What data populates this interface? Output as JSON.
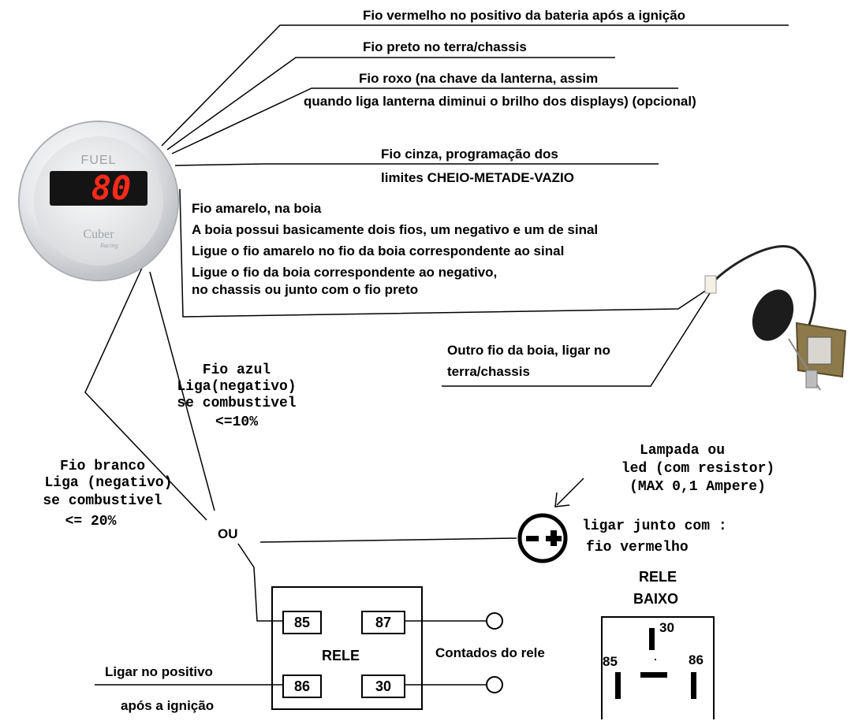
{
  "gauge": {
    "title": "FUEL",
    "value": "80",
    "brand": "Cuber",
    "brand_sub": "Racing"
  },
  "labels": {
    "red_wire": "Fio vermelho no positivo da bateria  após a ignição",
    "black_wire": "Fio preto no terra/chassis",
    "purple_wire_1": "Fio roxo (na chave da lanterna, assim",
    "purple_wire_2": "quando liga lanterna diminui o brilho dos displays)  (opcional)",
    "gray_wire_1": "Fio cinza, programação dos",
    "gray_wire_2": "limites CHEIO-METADE-VAZIO",
    "yellow_1": "Fio amarelo, na boia",
    "yellow_2": "A boia possui basicamente dois fios, um negativo e um de sinal",
    "yellow_3": "Ligue o fio amarelo no fio da boia correspondente ao sinal",
    "yellow_4": "Ligue o fio da boia correspondente ao negativo,",
    "yellow_5": " no chassis ou junto com o fio preto",
    "float_other_1": "Outro fio da boia, ligar no",
    "float_other_2": "terra/chassis",
    "blue_1": "Fio azul",
    "blue_2": "Liga(negativo)",
    "blue_3": "se combustivel",
    "blue_4": "<=10%",
    "white_1": "Fio branco",
    "white_2": "Liga (negativo)",
    "white_3": "se combustivel",
    "white_4": "<= 20%",
    "ou": "OU",
    "lamp_1": "Lampada ou",
    "lamp_2": "led (com resistor)",
    "lamp_3": "(MAX 0,1 Ampere)",
    "lamp_join_1": "ligar junto com :",
    "lamp_join_2": "fio vermelho",
    "relay_title": "RELE",
    "relay_contacts": "Contados do rele",
    "ignition_1": "Ligar no positivo",
    "ignition_2": "após a ignição",
    "relay_bottom_1": "RELE",
    "relay_bottom_2": "BAIXO"
  },
  "relay_terminals": {
    "t85": "85",
    "t87": "87",
    "t86": "86",
    "t30": "30"
  },
  "relay_bottom_pins": {
    "p30": "30",
    "p85": "85",
    "p86": "86"
  }
}
